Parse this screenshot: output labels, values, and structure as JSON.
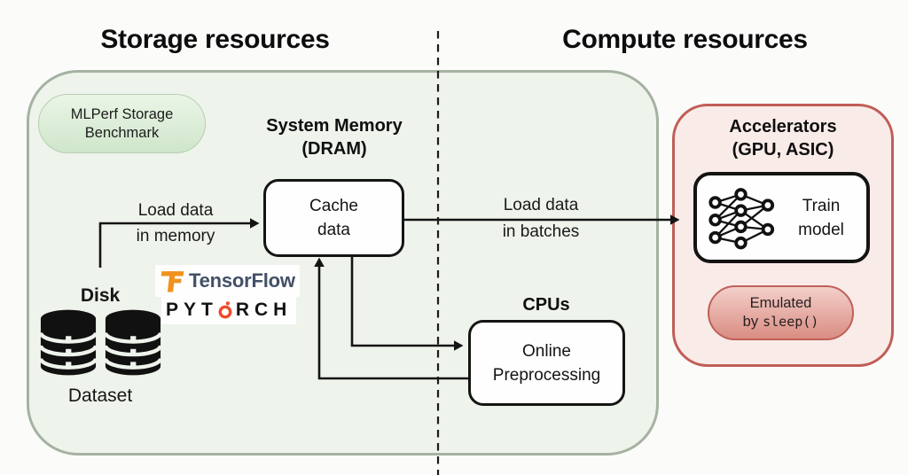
{
  "titles": {
    "storage": "Storage resources",
    "compute": "Compute resources"
  },
  "storage": {
    "badge_line1": "MLPerf Storage",
    "badge_line2": "Benchmark",
    "memory_line1": "System Memory",
    "memory_line2": "(DRAM)",
    "cache_line1": "Cache",
    "cache_line2": "data",
    "disk": "Disk",
    "dataset": "Dataset",
    "cpus": "CPUs",
    "prep_line1": "Online",
    "prep_line2": "Preprocessing"
  },
  "compute": {
    "acc_line1": "Accelerators",
    "acc_line2": "(GPU, ASIC)",
    "train_line1": "Train",
    "train_line2": "model",
    "emu_line1": "Emulated",
    "emu_by": "by",
    "emu_code": "sleep()"
  },
  "labels": {
    "load_mem_1": "Load data",
    "load_mem_2": "in memory",
    "load_batch_1": "Load data",
    "load_batch_2": "in batches"
  },
  "logos": {
    "tensorflow": "TensorFlow",
    "pytorch_left": "PYT",
    "pytorch_right": "RCH"
  },
  "colors": {
    "storage_fill": "#eef3eb",
    "storage_border": "#a5b2a2",
    "compute_fill": "#f9ebe8",
    "compute_border": "#c05e57",
    "badge_green_top": "#eaf5e6",
    "badge_green_bottom": "#cfe6cb",
    "pill_red_top": "#f4cfca",
    "pill_red_bottom": "#d98d82",
    "tf_orange": "#f0921e",
    "tf_text": "#425066",
    "pytorch_orange": "#ee4c2c",
    "line_black": "#141414"
  }
}
